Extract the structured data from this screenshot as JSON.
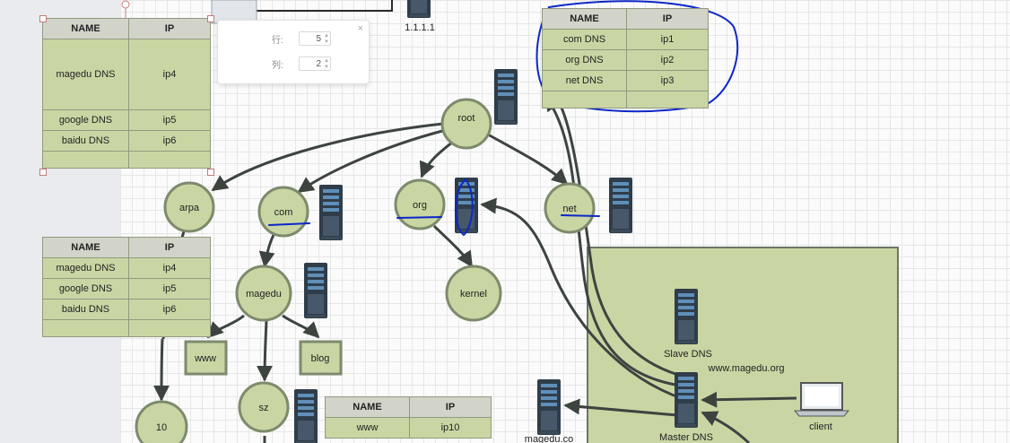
{
  "popup": {
    "row_label": "行:",
    "row_value": "5",
    "col_label": "列:",
    "col_value": "2",
    "close": "×"
  },
  "ip_1111": "1.1.1.1",
  "nodes": {
    "root": "root",
    "arpa": "arpa",
    "com": "com",
    "org": "org",
    "net": "net",
    "magedu": "magedu",
    "kernel": "kernel",
    "www": "www",
    "blog": "blog",
    "sz": "sz",
    "ten": "10"
  },
  "labels": {
    "slave_dns": "Slave DNS",
    "domain": "www.magedu.org",
    "client": "client",
    "master_dns": "Master DNS",
    "magedu_co": "magedu.co"
  },
  "tables": {
    "root_table": {
      "headers": [
        "NAME",
        "IP"
      ],
      "rows": [
        [
          "com DNS",
          "ip1"
        ],
        [
          "org DNS",
          "ip2"
        ],
        [
          "net DNS",
          "ip3"
        ]
      ]
    },
    "top_left_table": {
      "headers": [
        "NAME",
        "IP"
      ],
      "rows": [
        [
          "magedu DNS",
          "ip4"
        ],
        [
          "google DNS",
          "ip5"
        ],
        [
          "baidu DNS",
          "ip6"
        ]
      ]
    },
    "mid_left_table": {
      "headers": [
        "NAME",
        "IP"
      ],
      "rows": [
        [
          "magedu DNS",
          "ip4"
        ],
        [
          "google DNS",
          "ip5"
        ],
        [
          "baidu DNS",
          "ip6"
        ]
      ]
    },
    "sz_table": {
      "headers": [
        "NAME",
        "IP"
      ],
      "rows": [
        [
          "www",
          "ip10"
        ]
      ]
    }
  },
  "colors": {
    "node_fill": "#c9d6a3",
    "node_stroke": "#7d8a6c",
    "ink": "#0c27c8",
    "arrow": "#3d4440",
    "server": "#2f3d4a"
  }
}
